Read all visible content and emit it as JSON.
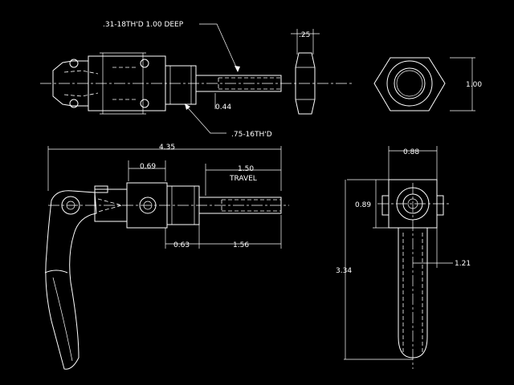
{
  "callouts": {
    "thread_hole": ".31-18TH'D 1.00 DEEP",
    "thread_shank": ".75-16TH'D",
    "travel_label": "TRAVEL"
  },
  "dimensions": {
    "nut_thickness": ".25",
    "hex_width": "1.00",
    "plunger_tip": "0.44",
    "overall_length": "4.35",
    "body_length": "0.69",
    "travel": "1.50",
    "shank_length": "0.63",
    "plunger_length": "1.56",
    "side_width": "0.88",
    "side_height": "0.89",
    "overall_height": "3.34",
    "handle_offset": "1.21"
  },
  "colors": {
    "background": "#000000",
    "linework": "#ffffff"
  }
}
